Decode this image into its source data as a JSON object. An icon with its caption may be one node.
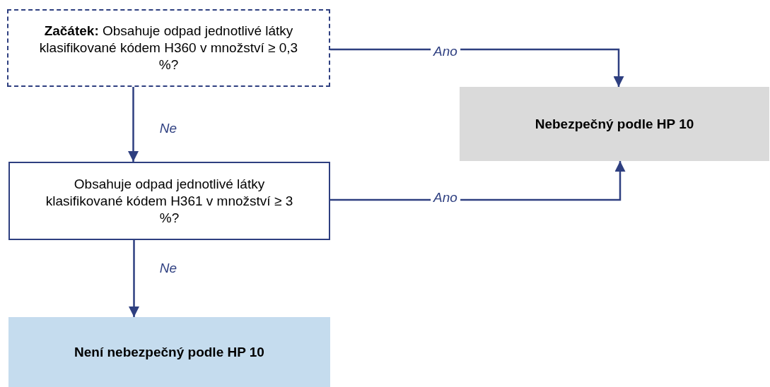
{
  "diagram": {
    "nodes": [
      {
        "text": [
          "**Začátek:** Obsahuje odpad jednotlivé látky klasifikované kódem H360 v množství ≥ 0,3 %?"
        ]
      },
      {
        "text": [
          "Nebezpečný podle HP 10"
        ]
      },
      {
        "text": [
          "Obsahuje odpad jednotlivé látky klasifikované kódem H361 v množství ≥ 3 %?"
        ]
      },
      {
        "text": [
          "Není nebezpečný podle HP 10"
        ]
      }
    ],
    "edges": [
      {
        "from": 0,
        "to": 1,
        "arrow": "to",
        "label": "Ano"
      },
      {
        "from": 0,
        "to": 2,
        "arrow": "to",
        "label": "Ne"
      },
      {
        "from": 2,
        "to": 1,
        "arrow": "to",
        "label": "Ano"
      },
      {
        "from": 2,
        "to": 3,
        "arrow": "to",
        "label": "Ne"
      }
    ]
  }
}
